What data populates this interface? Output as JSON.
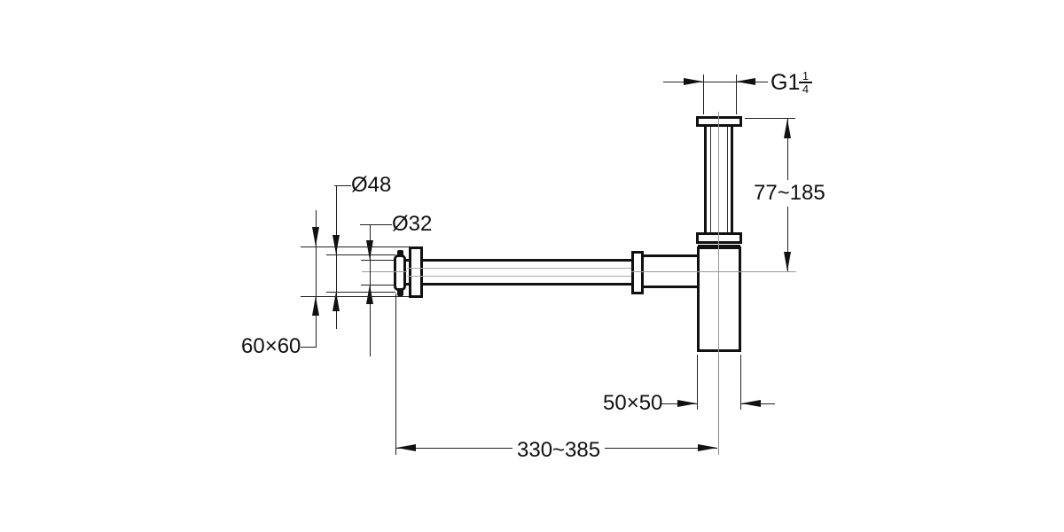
{
  "labels": {
    "thread_size_prefix": "G1",
    "thread_fraction_numerator": "1",
    "thread_fraction_denominator": "4",
    "riser_height_range": "77~185",
    "decor_nut_diameter": "Ø48",
    "pipe_diameter": "Ø32",
    "wall_flange_size": "60×60",
    "body_cross_section": "50×50",
    "horizontal_length_range": "330~385"
  },
  "colors": {
    "background": "#ffffff",
    "outline": "#111111",
    "dimension_line": "#222222",
    "centerline": "#999999"
  }
}
